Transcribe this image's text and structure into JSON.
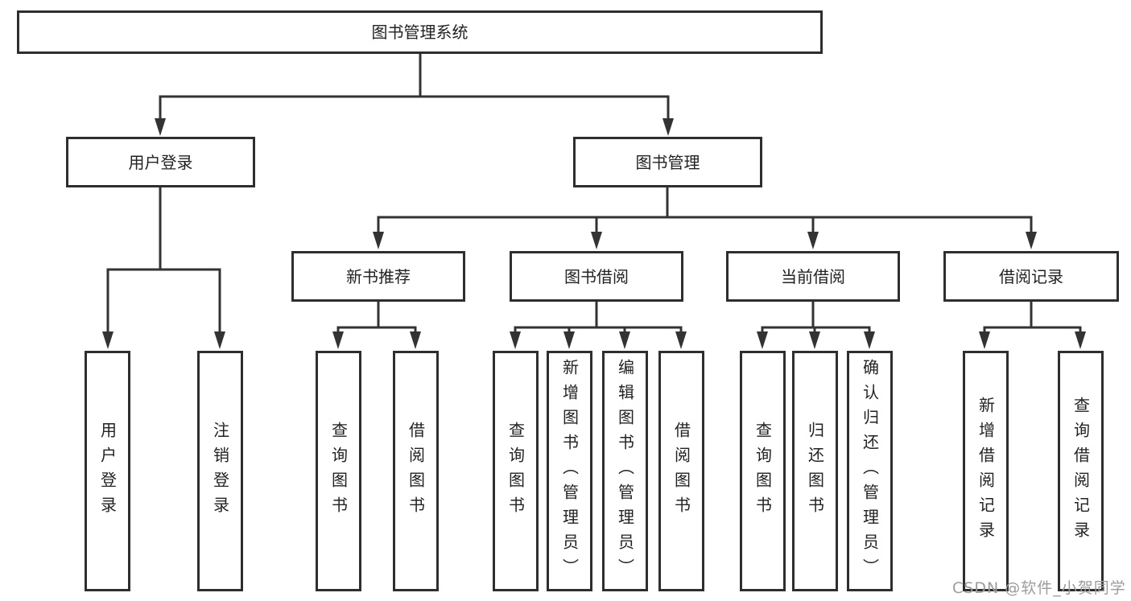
{
  "diagram": {
    "tree": {
      "root": {
        "label": "图书管理系统",
        "children": [
          {
            "label": "用户登录",
            "children": [
              {
                "label": "用户登录"
              },
              {
                "label": "注销登录"
              }
            ]
          },
          {
            "label": "图书管理",
            "children": [
              {
                "label": "新书推荐",
                "children": [
                  {
                    "label": "查询图书"
                  },
                  {
                    "label": "借阅图书"
                  }
                ]
              },
              {
                "label": "图书借阅",
                "children": [
                  {
                    "label": "查询图书"
                  },
                  {
                    "label": "新增图书（管理员）"
                  },
                  {
                    "label": "编辑图书（管理员）"
                  },
                  {
                    "label": "借阅图书"
                  }
                ]
              },
              {
                "label": "当前借阅",
                "children": [
                  {
                    "label": "查询图书"
                  },
                  {
                    "label": "归还图书"
                  },
                  {
                    "label": "确认归还（管理员）"
                  }
                ]
              },
              {
                "label": "借阅记录",
                "children": [
                  {
                    "label": "新增借阅记录"
                  },
                  {
                    "label": "查询借阅记录"
                  }
                ]
              }
            ]
          }
        ]
      }
    },
    "colors": {
      "line": "#333333",
      "box_border": "#2e2e2e",
      "text": "#222222",
      "background": "#ffffff",
      "watermark": "#9c9c9c"
    },
    "watermark": "CSDN @软件_小贺同学"
  }
}
